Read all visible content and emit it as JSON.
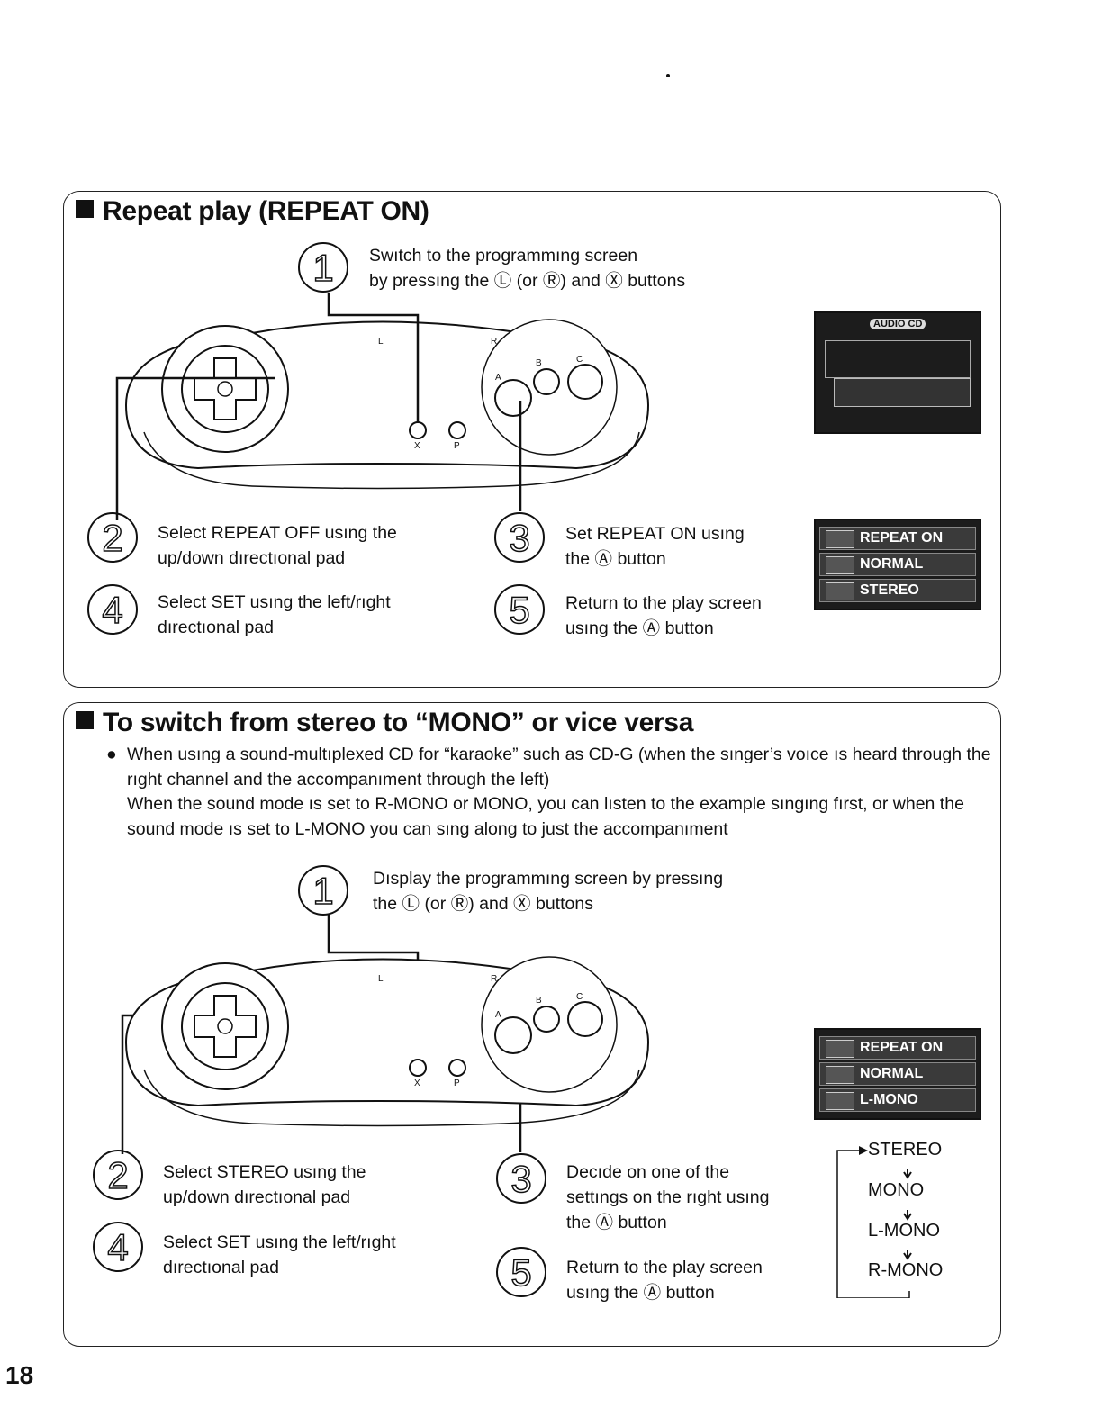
{
  "page_number": "18",
  "section1": {
    "title": "Repeat play (REPEAT ON)",
    "steps": [
      {
        "num": "1",
        "text": "Swıtch to the programmıng screen\nby pressıng the Ⓛ  (or Ⓡ) and Ⓧ buttons"
      },
      {
        "num": "2",
        "text": "Select REPEAT OFF usıng the\nup/down dırectıonal pad"
      },
      {
        "num": "3",
        "text": "Set REPEAT ON usıng\nthe Ⓐ button"
      },
      {
        "num": "4",
        "text": "Select SET usıng the left/rıght\ndırectıonal pad"
      },
      {
        "num": "5",
        "text": "Return to the play screen\nusıng the Ⓐ button"
      }
    ],
    "screen_label": "AUDIO CD",
    "menu": [
      "REPEAT ON",
      "NORMAL",
      "STEREO"
    ]
  },
  "section2": {
    "title": "To switch from stereo to “MONO” or vice versa",
    "bullet": "When usıng a sound-multıplexed CD for “karaoke” such as CD-G (when the sınger’s voıce ıs heard through the rıght channel and the accompanıment through the left)",
    "note": "When the sound mode ıs set to R-MONO or MONO, you can lısten to the example sıngıng fırst, or when the sound mode ıs set to L-MONO you can sıng along to just the accompanıment",
    "steps": [
      {
        "num": "1",
        "text": "Dısplay the programmıng screen by pressıng\nthe Ⓛ (or Ⓡ) and Ⓧ buttons"
      },
      {
        "num": "2",
        "text": "Select STEREO usıng the\nup/down dırectıonal pad"
      },
      {
        "num": "3",
        "text": "Decıde on one of the\nsettıngs on the rıght usıng\nthe Ⓐ button"
      },
      {
        "num": "4",
        "text": "Select SET usıng the left/rıght\ndırectıonal pad"
      },
      {
        "num": "5",
        "text": "Return to the play screen\nusıng the Ⓐ button"
      }
    ],
    "menu": [
      "REPEAT ON",
      "NORMAL",
      "L-MONO"
    ],
    "flow": [
      "STEREO",
      "MONO",
      "L-MONO",
      "R-MONO"
    ]
  },
  "controller_labels": {
    "l": "L",
    "r": "R",
    "a": "A",
    "b": "B",
    "c": "C",
    "x": "X",
    "p": "P"
  }
}
